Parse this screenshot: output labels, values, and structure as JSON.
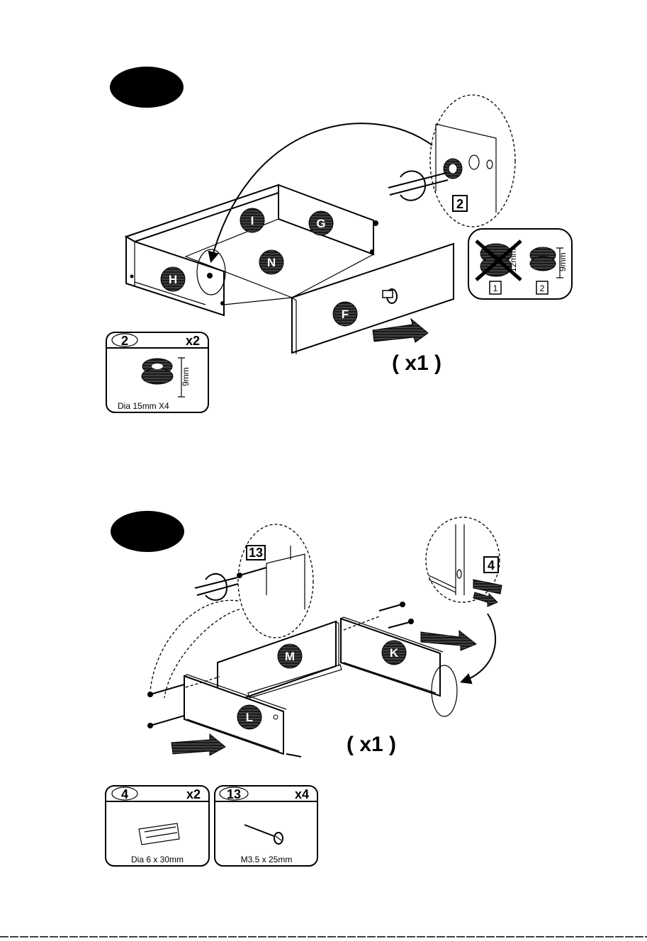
{
  "step1": {
    "panel_labels": {
      "I": "I",
      "G": "G",
      "N": "N",
      "H": "H",
      "F": "F"
    },
    "detail_part_number": "2",
    "compare_box": {
      "wrong_index": "1",
      "wrong_dim": "12mm",
      "right_index": "2",
      "right_dim": "9mm"
    },
    "quantity_label": "( x1 )",
    "hardware_card": {
      "part": "2",
      "count": "x2",
      "dim": "9mm",
      "spec": "Dia 15mm  X4"
    }
  },
  "step2": {
    "panel_labels": {
      "M": "M",
      "K": "K",
      "L": "L"
    },
    "detail_screw_number": "13",
    "detail_dowel_number": "4",
    "quantity_label": "( x1 )",
    "hardware_cards": [
      {
        "part": "4",
        "count": "x2",
        "spec": "Dia 6 x 30mm"
      },
      {
        "part": "13",
        "count": "x4",
        "spec": "M3.5 x 25mm"
      }
    ]
  }
}
